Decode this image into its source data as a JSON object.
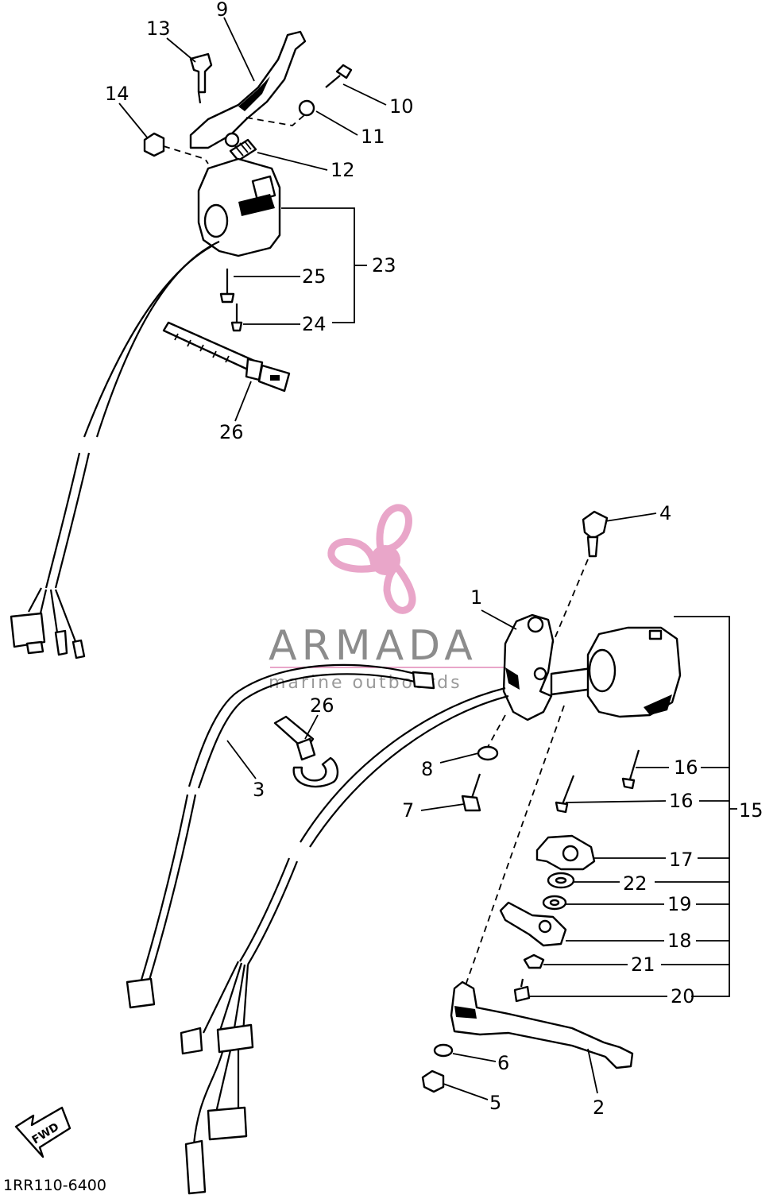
{
  "watermark": {
    "brand": "ARMADA",
    "tagline": "marine outboards",
    "logo_color": "#e9a6c9"
  },
  "diagram_code": "1RR110-6400",
  "fwd_label": "FWD",
  "callouts": {
    "c1": "1",
    "c2": "2",
    "c3": "3",
    "c4": "4",
    "c5": "5",
    "c6": "6",
    "c7": "7",
    "c8": "8",
    "c9": "9",
    "c10": "10",
    "c11": "11",
    "c12": "12",
    "c13": "13",
    "c14": "14",
    "c15": "15",
    "c16a": "16",
    "c16b": "16",
    "c17": "17",
    "c18": "18",
    "c19": "19",
    "c20": "20",
    "c21": "21",
    "c22": "22",
    "c23": "23",
    "c24": "24",
    "c25": "25",
    "c26a": "26",
    "c26b": "26"
  }
}
